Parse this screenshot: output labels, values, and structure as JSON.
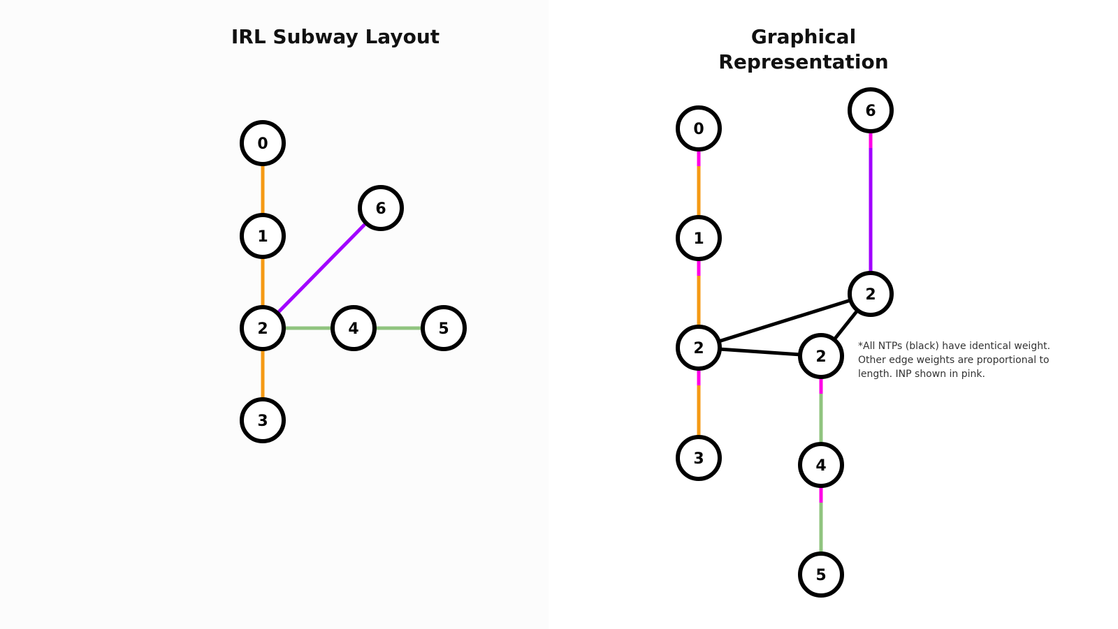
{
  "colors": {
    "orange": "#f59a14",
    "purple": "#a100ff",
    "green": "#90c47f",
    "pink": "#ff00e6",
    "black": "#000000"
  },
  "left": {
    "title": "IRL Subway Layout",
    "nodes": [
      {
        "id": "n0",
        "label": "0"
      },
      {
        "id": "n1",
        "label": "1"
      },
      {
        "id": "n2",
        "label": "2"
      },
      {
        "id": "n3",
        "label": "3"
      },
      {
        "id": "n4",
        "label": "4"
      },
      {
        "id": "n5",
        "label": "5"
      },
      {
        "id": "n6",
        "label": "6"
      }
    ],
    "edges": [
      {
        "from": "n0",
        "to": "n1",
        "line": "orange"
      },
      {
        "from": "n1",
        "to": "n2",
        "line": "orange"
      },
      {
        "from": "n2",
        "to": "n3",
        "line": "orange"
      },
      {
        "from": "n2",
        "to": "n6",
        "line": "purple"
      },
      {
        "from": "n2",
        "to": "n4",
        "line": "green"
      },
      {
        "from": "n4",
        "to": "n5",
        "line": "green"
      }
    ]
  },
  "right": {
    "title_line1": "Graphical",
    "title_line2": "Representation",
    "nodes": [
      {
        "id": "r0",
        "label": "0"
      },
      {
        "id": "r1",
        "label": "1"
      },
      {
        "id": "r2a",
        "label": "2"
      },
      {
        "id": "r2b",
        "label": "2"
      },
      {
        "id": "r2c",
        "label": "2"
      },
      {
        "id": "r3",
        "label": "3"
      },
      {
        "id": "r4",
        "label": "4"
      },
      {
        "id": "r5",
        "label": "5"
      },
      {
        "id": "r6",
        "label": "6"
      }
    ],
    "edges": [
      {
        "from": "r0",
        "to": "r1",
        "line": "orange",
        "inp": true
      },
      {
        "from": "r1",
        "to": "r2a",
        "line": "orange",
        "inp": true
      },
      {
        "from": "r2a",
        "to": "r3",
        "line": "orange",
        "inp": true
      },
      {
        "from": "r6",
        "to": "r2b",
        "line": "purple",
        "inp": true
      },
      {
        "from": "r2c",
        "to": "r4",
        "line": "green",
        "inp": true
      },
      {
        "from": "r4",
        "to": "r5",
        "line": "green",
        "inp": true
      },
      {
        "from": "r2a",
        "to": "r2b",
        "line": "black",
        "inp": false
      },
      {
        "from": "r2a",
        "to": "r2c",
        "line": "black",
        "inp": false
      },
      {
        "from": "r2b",
        "to": "r2c",
        "line": "black",
        "inp": false
      }
    ],
    "note_lines": [
      "*All NTPs (black) have identical weight.",
      "Other edge weights are proportional to",
      "length. INP shown in pink."
    ]
  }
}
